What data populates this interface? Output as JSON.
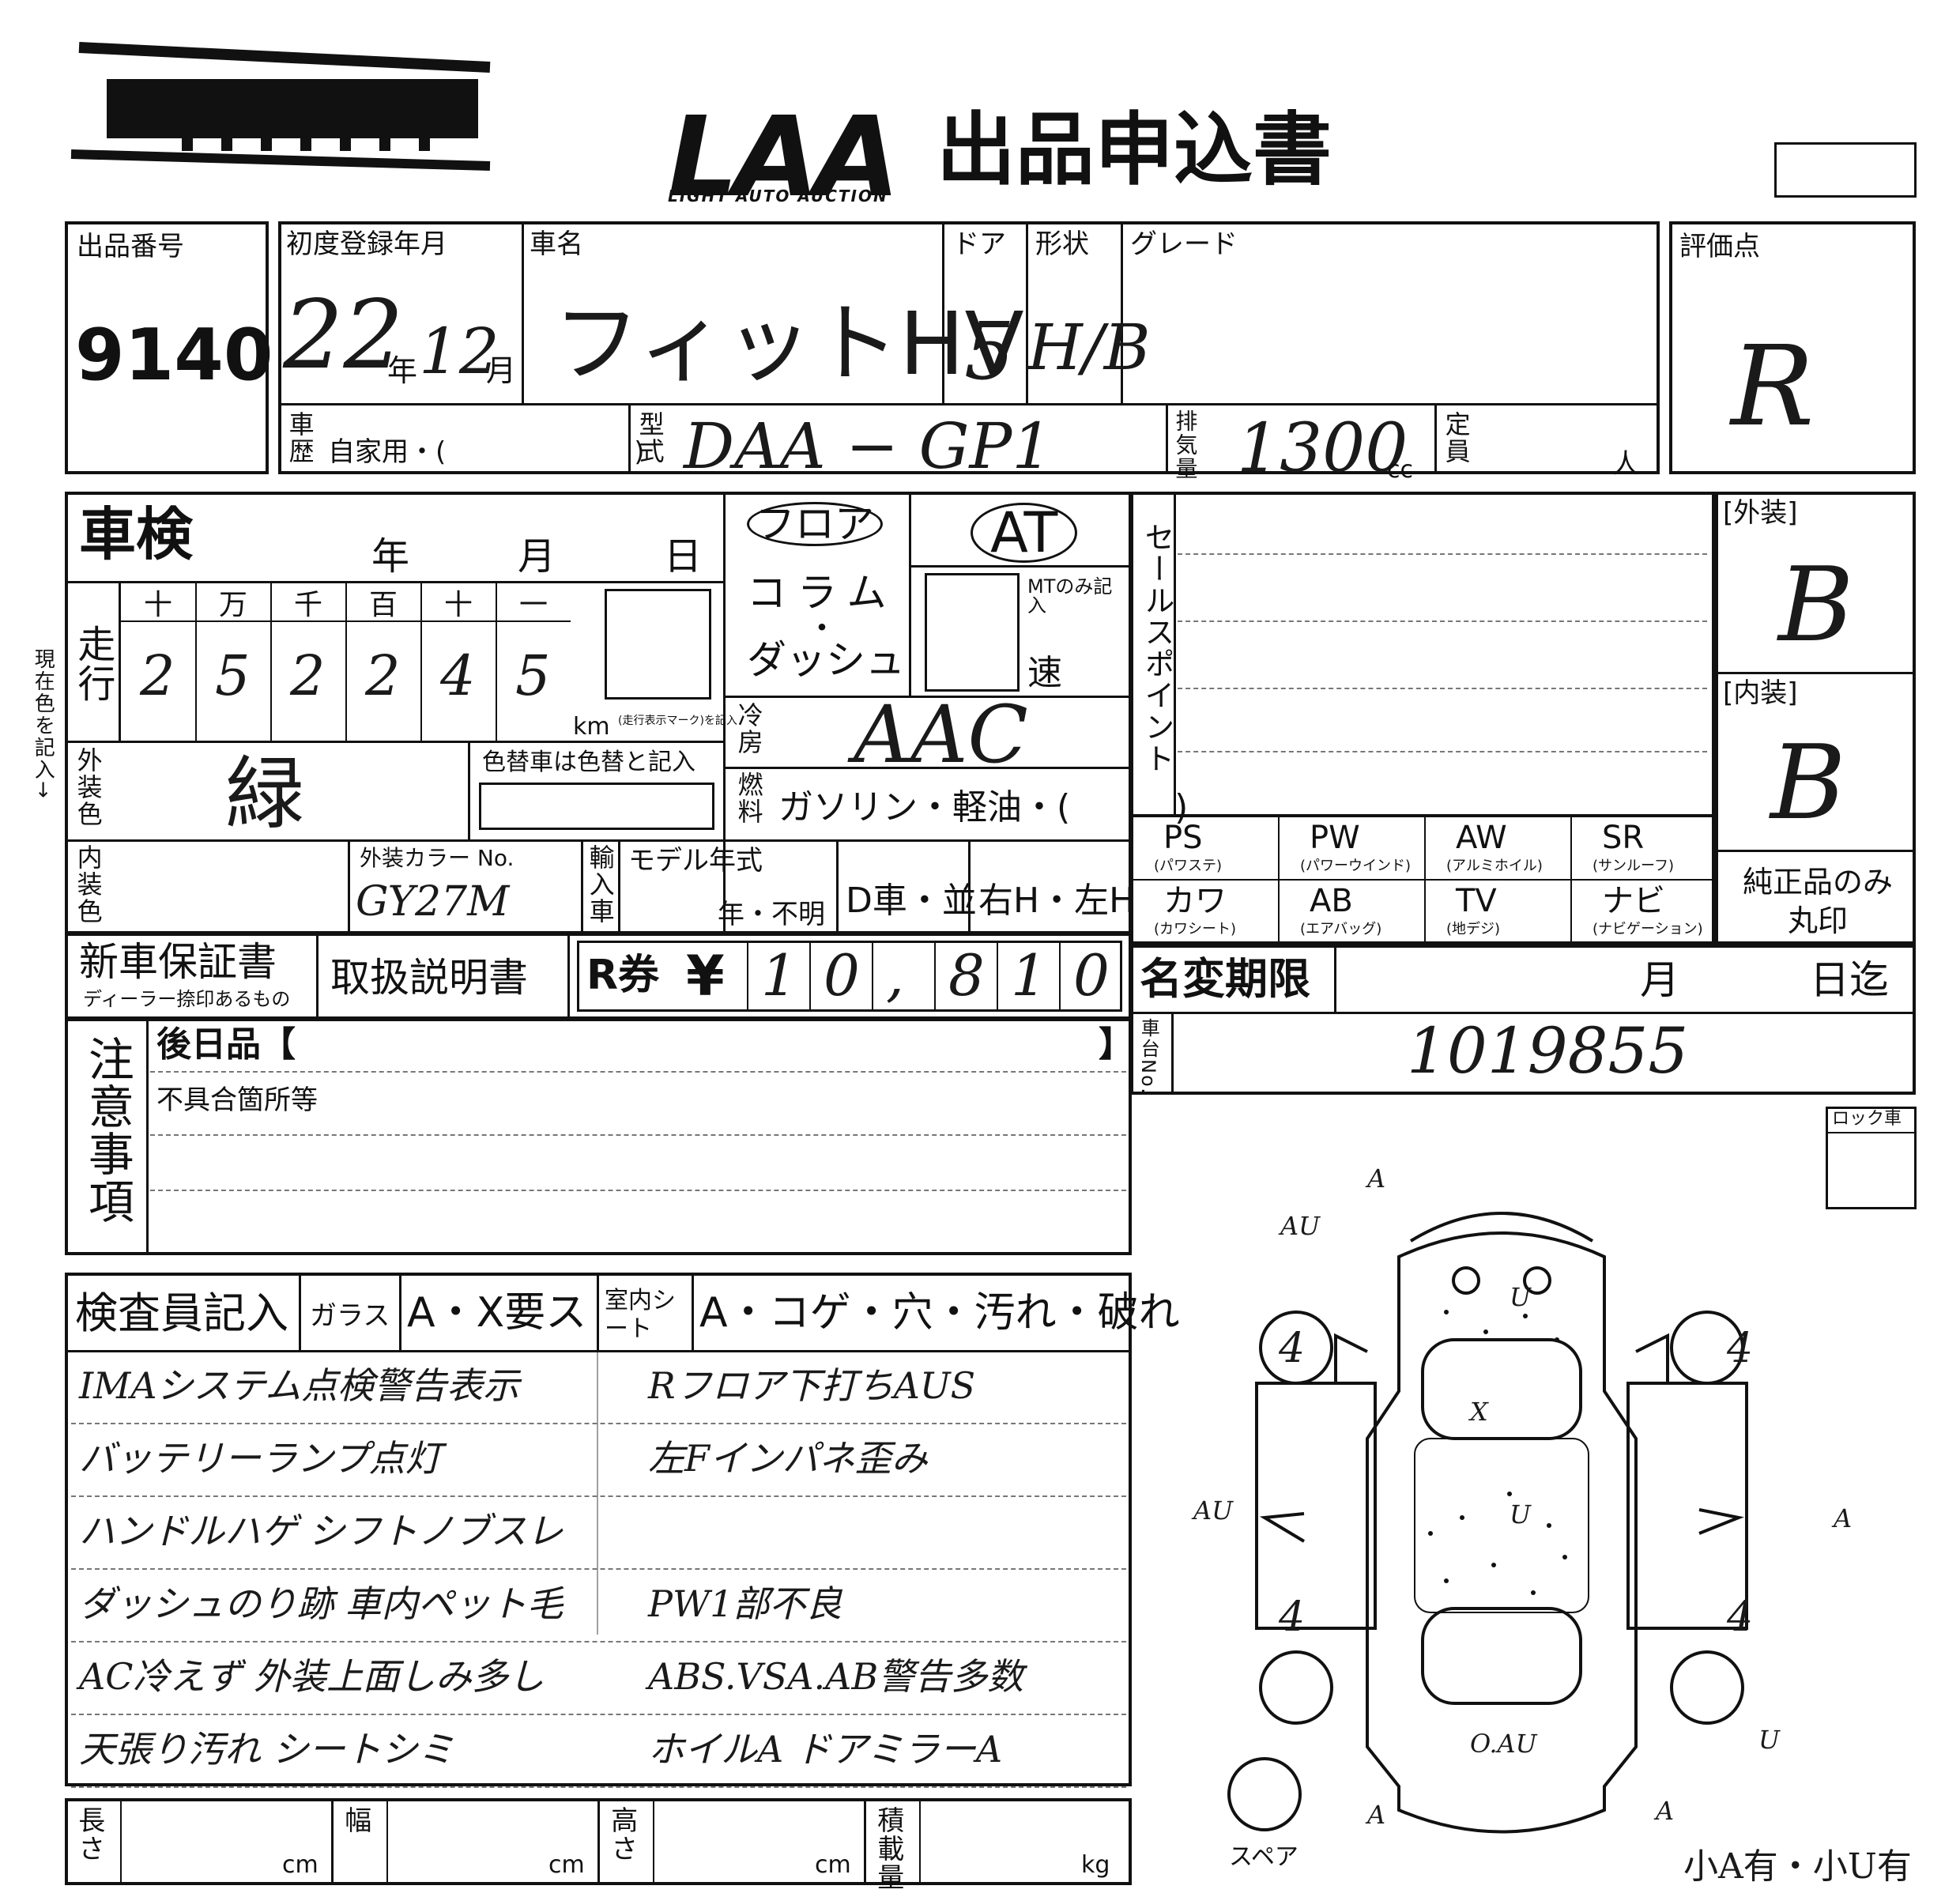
{
  "header": {
    "brand": "LAA",
    "brand_sub": "LIGHT AUTO AUCTION",
    "title": "出品申込書"
  },
  "top_row": {
    "lot_label": "出品番号",
    "lot_number": "9140",
    "first_reg_label": "初度登録年月",
    "first_reg_year": "22",
    "year_char": "年",
    "first_reg_month": "12",
    "month_char": "月",
    "car_name_label": "車名",
    "car_name": "フィットHV",
    "door_label": "ドア",
    "doors": "5",
    "shape_label": "形状",
    "shape": "H/B",
    "grade_label": "グレード",
    "score_label": "評価点",
    "score": "R"
  },
  "row2": {
    "history_label": "車歴",
    "history_value": "自家用・(　　　　　　　)",
    "model_label": "型式",
    "model": "DAA − GP1",
    "displacement_label": "排気量",
    "displacement": "1300",
    "cc": "cc",
    "capacity_label": "定員",
    "person": "人"
  },
  "inspection": {
    "shaken_label": "車検",
    "year": "年",
    "month": "月",
    "day": "日",
    "mileage_label": "走行",
    "digit_headers": [
      "十",
      "万",
      "千",
      "百",
      "十",
      "一"
    ],
    "digits": [
      "2",
      "5",
      "2",
      "2",
      "4",
      "5"
    ],
    "km_label": "km",
    "km_note": "(走行表示マーク)を記入",
    "current_color_note": "現在色を記入→",
    "exterior_color_label": "外装色",
    "exterior_color": "緑",
    "repaint_note": "色替車は色替と記入",
    "interior_color_label": "内装色",
    "color_no_label": "外装カラー No.",
    "color_no": "GY27M",
    "import_label": "輸入車",
    "model_year_label": "モデル年式",
    "model_year_value": "年・不明",
    "dealer_label": "D車・並",
    "handle_label": "右H・左H"
  },
  "shift": {
    "floor": "フロア",
    "column": "コラム",
    "dot": "・",
    "dash": "ダッシュ",
    "at": "AT",
    "mt_note": "MTのみ記入",
    "speed": "速"
  },
  "ac": {
    "label": "冷房",
    "value": "AAC"
  },
  "fuel": {
    "label": "燃料",
    "value": "ガソリン・軽油・(　　　)"
  },
  "sales_points": {
    "label": "セールスポイント"
  },
  "options": [
    {
      "code": "PS",
      "sub": "(パワステ)"
    },
    {
      "code": "PW",
      "sub": "(パワーウインド)"
    },
    {
      "code": "AW",
      "sub": "(アルミホイル)"
    },
    {
      "code": "SR",
      "sub": "(サンルーフ)"
    },
    {
      "code": "カワ",
      "sub": "(カワシート)"
    },
    {
      "code": "AB",
      "sub": "(エアバッグ)"
    },
    {
      "code": "TV",
      "sub": "(地デジ)"
    },
    {
      "code": "ナビ",
      "sub": "(ナビゲーション)"
    }
  ],
  "ratings": {
    "exterior_label": "[外装]",
    "exterior": "B",
    "interior_label": "[内装]",
    "interior": "B",
    "genuine_label": "純正品のみ丸印"
  },
  "docs": {
    "warranty": "新車保証書",
    "warranty_note": "ディーラー捺印あるもの",
    "manual": "取扱説明書",
    "recycle_label": "R券",
    "yen": "¥",
    "recycle_digits": [
      "1",
      "0",
      ",",
      "8",
      "1",
      "0"
    ]
  },
  "name_change": {
    "label": "名変期限",
    "month": "月",
    "day": "日迄"
  },
  "chassis": {
    "label": "車台No.",
    "value": "1019855"
  },
  "notes": {
    "label": "注意事項",
    "later": "後日品【",
    "later_end": "】",
    "defects": "不具合箇所等"
  },
  "inspector": {
    "label": "検査員記入",
    "glass_label": "ガラス",
    "glass_value": "A・X要ス",
    "seat_label": "室内シート",
    "seat_value": "A・コゲ・穴・汚れ・破れ",
    "lines": [
      [
        "IMAシステム点検警告表示",
        "Rフロア下打ちAUS"
      ],
      [
        "バッテリーランプ点灯",
        "左Fインパネ歪み"
      ],
      [
        "ハンドルハゲ シフトノブスレ",
        ""
      ],
      [
        "ダッシュのり跡 車内ペット毛",
        "PW1部不良"
      ],
      [
        "AC冷えず 外装上面しみ多し",
        "ABS.VSA.AB警告多数"
      ],
      [
        "天張り汚れ シートシミ",
        "ホイルA ドアミラーA"
      ]
    ]
  },
  "dims": {
    "length": "長さ",
    "width": "幅",
    "height": "高さ",
    "load": "積載量",
    "cm": "cm",
    "kg": "kg"
  },
  "diagram": {
    "lock_label": "ロック車",
    "spare_label": "スペア",
    "marks": [
      "A",
      "AU",
      "4",
      "4",
      "4",
      "4",
      "U",
      "X",
      "U",
      "AU",
      "A",
      "U",
      "O.AU",
      "A",
      "A"
    ],
    "small_scratch": "小A有・小U有"
  }
}
